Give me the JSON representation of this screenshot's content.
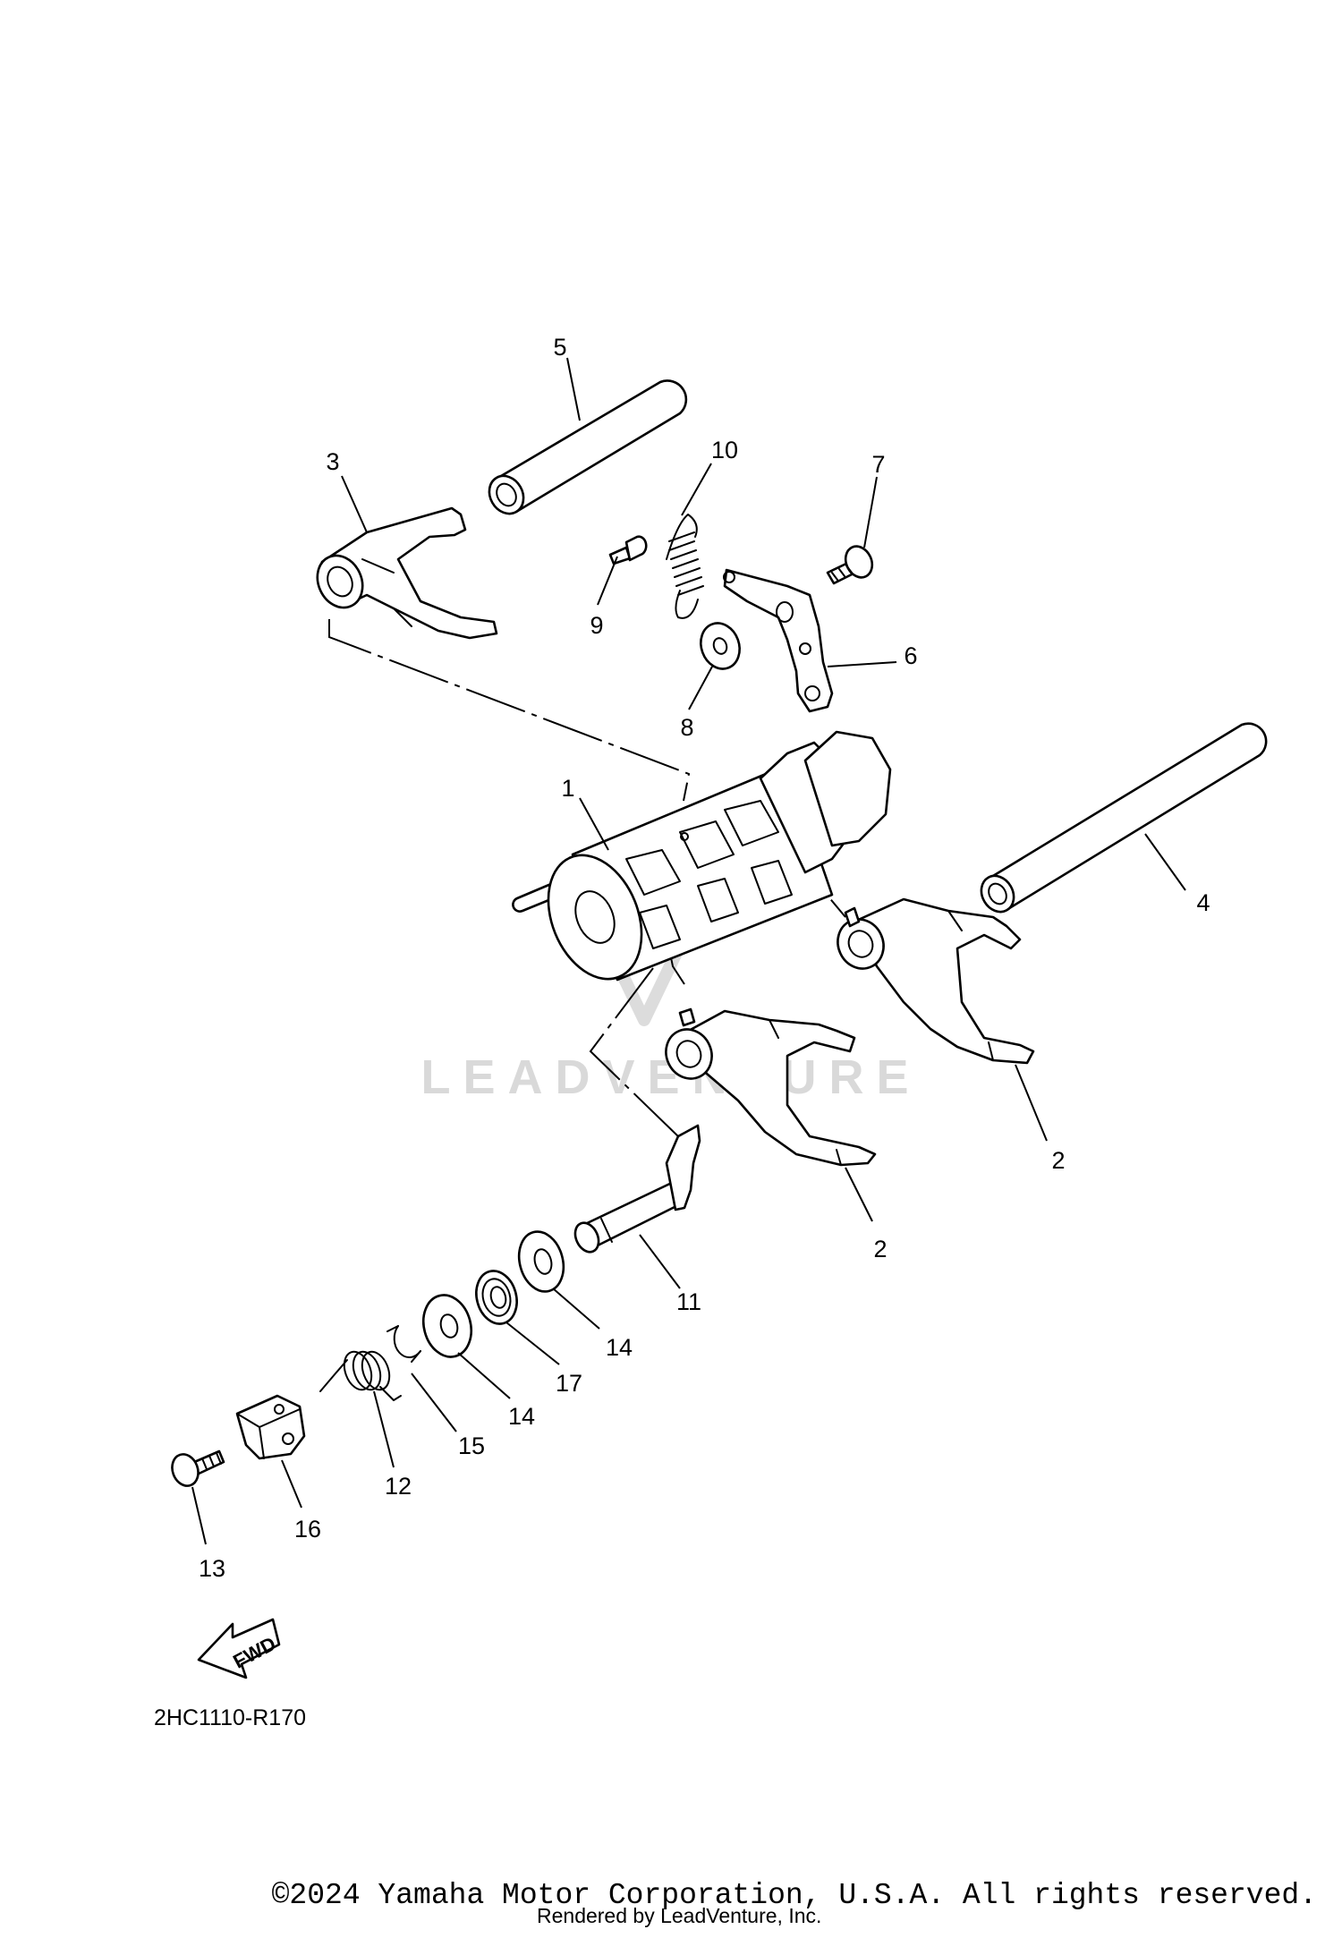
{
  "diagram": {
    "callouts": [
      {
        "id": "c1",
        "label": "1"
      },
      {
        "id": "c2a",
        "label": "2"
      },
      {
        "id": "c2b",
        "label": "2"
      },
      {
        "id": "c3",
        "label": "3"
      },
      {
        "id": "c4",
        "label": "4"
      },
      {
        "id": "c5",
        "label": "5"
      },
      {
        "id": "c6",
        "label": "6"
      },
      {
        "id": "c7",
        "label": "7"
      },
      {
        "id": "c8",
        "label": "8"
      },
      {
        "id": "c9",
        "label": "9"
      },
      {
        "id": "c10",
        "label": "10"
      },
      {
        "id": "c11",
        "label": "11"
      },
      {
        "id": "c12",
        "label": "12"
      },
      {
        "id": "c13",
        "label": "13"
      },
      {
        "id": "c14a",
        "label": "14"
      },
      {
        "id": "c14b",
        "label": "14"
      },
      {
        "id": "c15",
        "label": "15"
      },
      {
        "id": "c16",
        "label": "16"
      },
      {
        "id": "c17",
        "label": "17"
      }
    ],
    "direction_label": "FWD",
    "reference_code": "2HC1110-R170",
    "watermark": "LEADVENTURE"
  },
  "footer": {
    "copyright": "©2024 Yamaha Motor Corporation, U.S.A. All rights reserved.",
    "rendered_by": "Rendered by LeadVenture, Inc."
  },
  "colors": {
    "line": "#000000",
    "background": "#ffffff",
    "watermark": "#d9d9d9"
  }
}
